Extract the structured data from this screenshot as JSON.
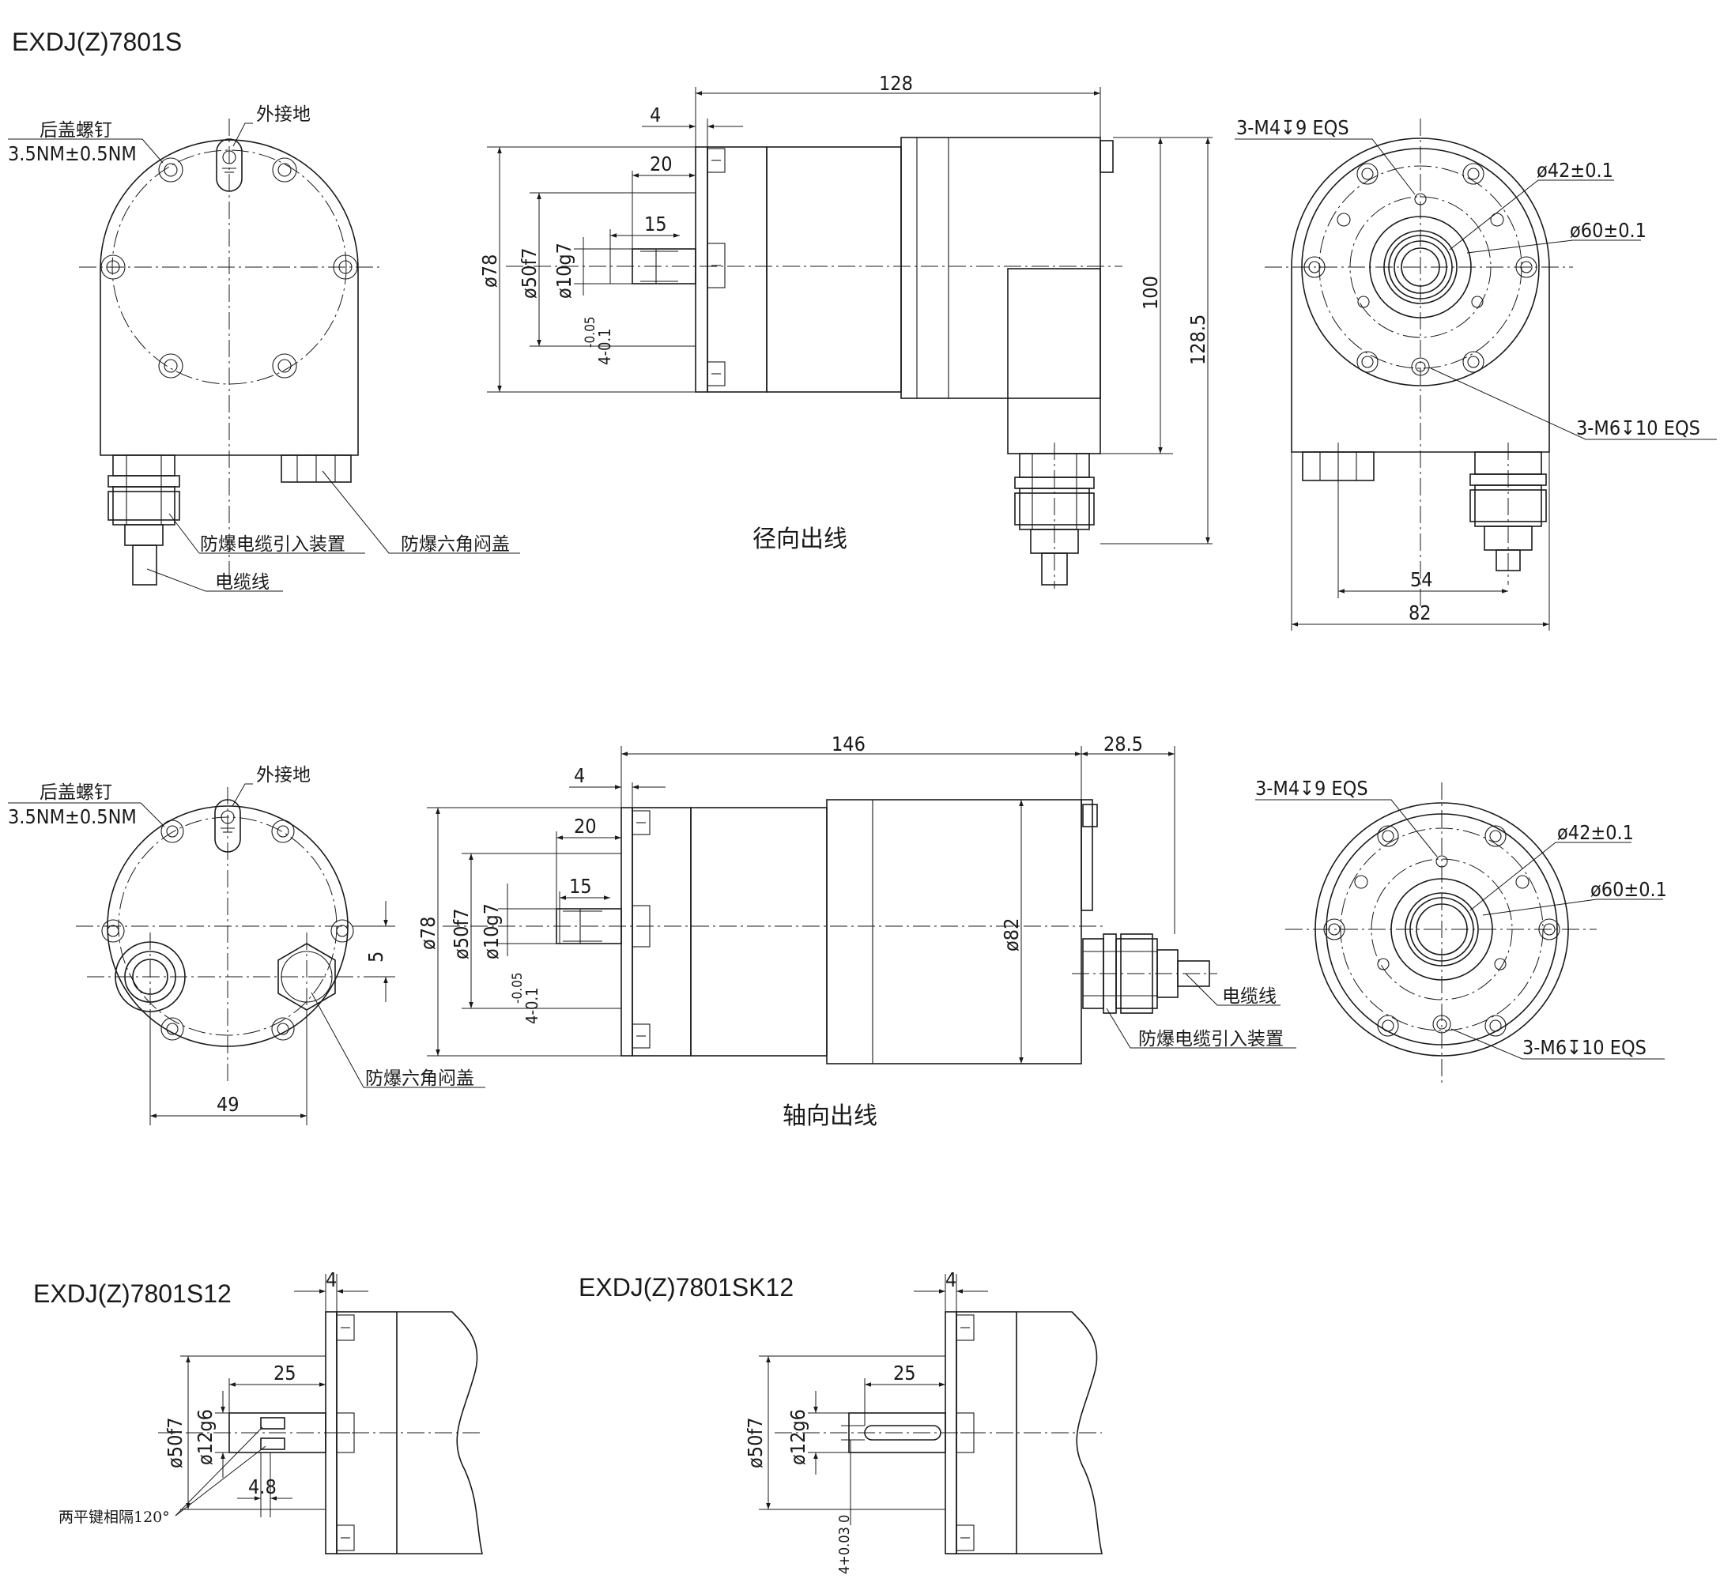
{
  "titles": {
    "main": "EXDJ(Z)7801S",
    "s12": "EXDJ(Z)7801S12",
    "sk12": "EXDJ(Z)7801SK12"
  },
  "captions": {
    "radial": "径向出线",
    "axial": "轴向出线"
  },
  "labels": {
    "rear_screw": "后盖螺钉",
    "torque": "3.5NM±0.5NM",
    "ground": "外接地",
    "cable_gland": "防爆电缆引入装置",
    "hex_plug": "防爆六角闷盖",
    "cable": "电缆线",
    "keys": "两平键相隔120°",
    "m4_thread": "3-M4↧9 EQS",
    "m6_thread": "3-M6↧10 EQS",
    "d42": "ø42±0.1",
    "d60": "ø60±0.1"
  },
  "dims": {
    "d78": "ø78",
    "d50f7": "ø50f7",
    "d10g7": "ø10g7",
    "d12g6": "ø12g6",
    "d82": "ø82",
    "tol_key_hi": "-0.05",
    "tol_key_lo": "4-0.1",
    "tol_k12": "4+0.03 0",
    "v4": "4",
    "v20": "20",
    "v15": "15",
    "v128": "128",
    "v100": "100",
    "v128_5": "128.5",
    "v54": "54",
    "v82": "82",
    "v146": "146",
    "v28_5": "28.5",
    "v5": "5",
    "v49": "49",
    "v25": "25",
    "v4_8": "4.8"
  }
}
